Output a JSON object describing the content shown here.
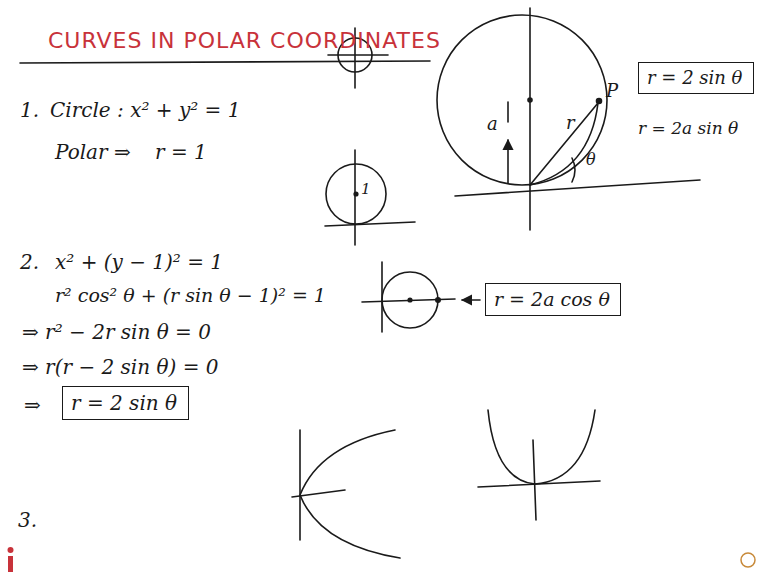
{
  "diagram": {
    "title": "CURVES IN POLAR COORDINATES",
    "nodes": [
      {
        "text": [
          "r = 2 sin θ"
        ]
      },
      {
        "text": [
          "r = 2a cos θ"
        ]
      },
      {
        "text": [
          "r = 2 sin θ"
        ]
      }
    ],
    "labels": [
      "1.",
      "Circle : x² + y² = 1",
      "Polar ⇒",
      "r = 1",
      "1",
      "a",
      "r",
      "P",
      "θ",
      "r = 2a sin θ",
      "2.",
      "x² + (y − 1)² = 1",
      "r² cos² θ + (r sin θ − 1)² = 1",
      "⇒ r² − 2r sin θ = 0",
      "⇒ r(r − 2 sin θ) = 0",
      "⇒",
      "3."
    ]
  }
}
